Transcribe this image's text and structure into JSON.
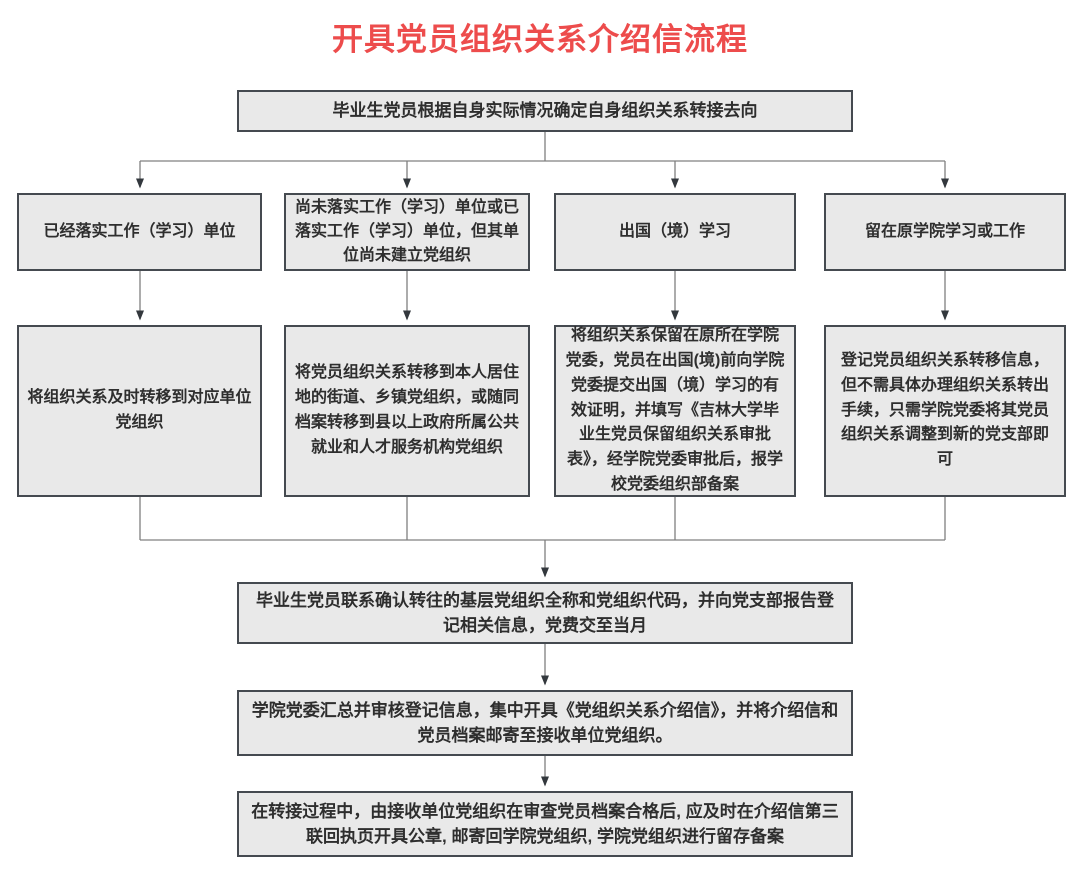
{
  "title": "开具党员组织关系介绍信流程",
  "flowchart": {
    "start": "毕业生党员根据自身实际情况确定自身组织关系转接去向",
    "branches": [
      {
        "condition": "已经落实工作（学习）单位",
        "action": "将组织关系及时转移到对应单位党组织"
      },
      {
        "condition": "尚未落实工作（学习）单位或已落实工作（学习）单位，但其单位尚未建立党组织",
        "action": "将党员组织关系转移到本人居住地的街道、乡镇党组织，或随同档案转移到县以上政府所属公共就业和人才服务机构党组织"
      },
      {
        "condition": "出国（境）学习",
        "action": "将组织关系保留在原所在学院党委，党员在出国(境)前向学院党委提交出国（境）学习的有效证明，并填写《吉林大学毕业生党员保留组织关系审批表》，经学院党委审批后，报学校党委组织部备案"
      },
      {
        "condition": "留在原学院学习或工作",
        "action": "登记党员组织关系转移信息，但不需具体办理组织关系转出手续，只需学院党委将其党员组织关系调整到新的党支部即可"
      }
    ],
    "steps": [
      "毕业生党员联系确认转往的基层党组织全称和党组织代码，并向党支部报告登记相关信息，党费交至当月",
      "学院党委汇总并审核登记信息，集中开具《党组织关系介绍信》，并将介绍信和党员档案邮寄至接收单位党组织。",
      "在转接过程中，由接收单位党组织在审查党员档案合格后, 应及时在介绍信第三联回执页开具公章, 邮寄回学院党组织, 学院党组织进行留存备案"
    ]
  },
  "colors": {
    "title": "#ed4c4c",
    "box_fill": "#e9e9e9",
    "box_border": "#454a50",
    "text": "#2e2e2e",
    "connector_line": "#808080",
    "arrowhead": "#33383d"
  }
}
